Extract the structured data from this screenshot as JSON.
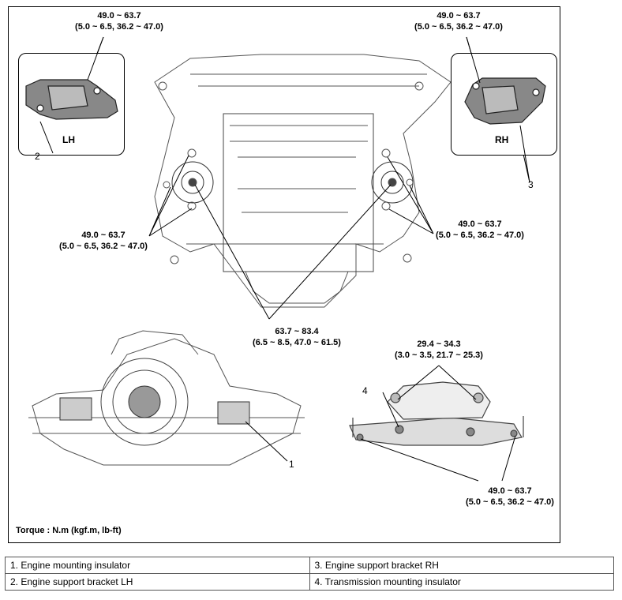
{
  "torque_note": "Torque : N.m (kgf.m, lb-ft)",
  "insets": {
    "lh_label": "LH",
    "rh_label": "RH"
  },
  "torque_labels": {
    "lh_top": [
      "49.0 ~ 63.7",
      "(5.0 ~ 6.5, 36.2 ~ 47.0)"
    ],
    "rh_top": [
      "49.0 ~ 63.7",
      "(5.0 ~ 6.5, 36.2 ~ 47.0)"
    ],
    "lh_mid": [
      "49.0 ~ 63.7",
      "(5.0 ~ 6.5, 36.2 ~ 47.0)"
    ],
    "rh_mid": [
      "49.0 ~ 63.7",
      "(5.0 ~ 6.5, 36.2 ~ 47.0)"
    ],
    "center": [
      "63.7 ~ 83.4",
      "(6.5 ~ 8.5, 47.0 ~ 61.5)"
    ],
    "trans_top": [
      "29.4 ~ 34.3",
      "(3.0 ~ 3.5, 21.7 ~ 25.3)"
    ],
    "trans_bottom": [
      "49.0 ~ 63.7",
      "(5.0 ~ 6.5, 36.2 ~ 47.0)"
    ]
  },
  "callouts": {
    "c1": "1",
    "c2": "2",
    "c3": "3",
    "c4": "4"
  },
  "legend": {
    "row1": {
      "left": "1. Engine mounting insulator",
      "right": "3. Engine support bracket RH"
    },
    "row2": {
      "left": "2. Engine support bracket LH",
      "right": "4. Transmission mounting insulator"
    }
  }
}
